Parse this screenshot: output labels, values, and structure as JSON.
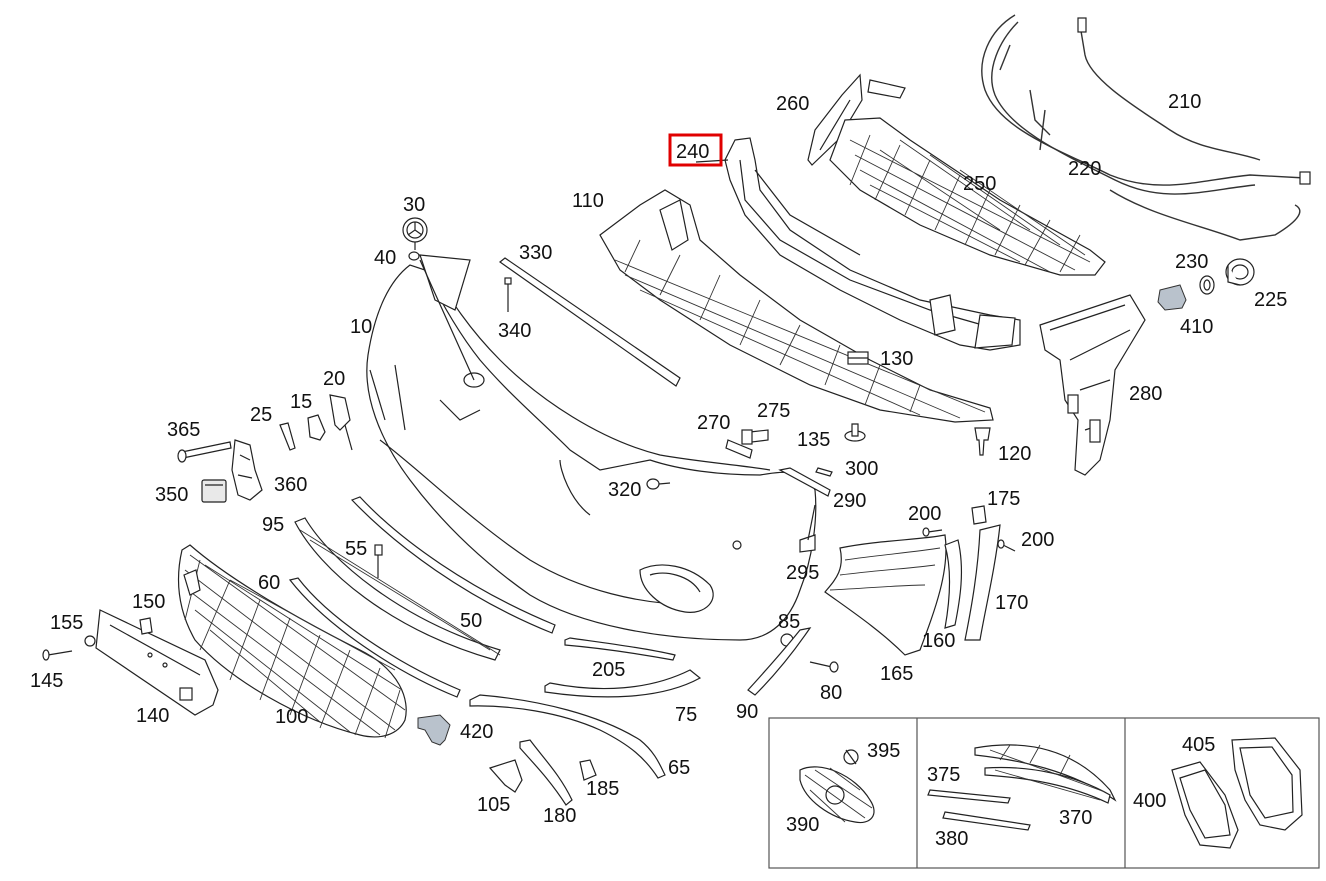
{
  "diagram": {
    "highlighted_part": "240",
    "highlight_color": "#e00000",
    "part_labels": {
      "p10": "10",
      "p15": "15",
      "p20": "20",
      "p25": "25",
      "p30": "30",
      "p40": "40",
      "p50": "50",
      "p55": "55",
      "p60": "60",
      "p65": "65",
      "p75": "75",
      "p80": "80",
      "p85": "85",
      "p90": "90",
      "p95": "95",
      "p100": "100",
      "p105": "105",
      "p110": "110",
      "p120": "120",
      "p130": "130",
      "p135": "135",
      "p140": "140",
      "p145": "145",
      "p150": "150",
      "p155": "155",
      "p160": "160",
      "p165": "165",
      "p170": "170",
      "p175": "175",
      "p180": "180",
      "p185": "185",
      "p200a": "200",
      "p200b": "200",
      "p205": "205",
      "p210": "210",
      "p220": "220",
      "p225": "225",
      "p230": "230",
      "p240": "240",
      "p250": "250",
      "p260": "260",
      "p270": "270",
      "p275": "275",
      "p280": "280",
      "p290": "290",
      "p295": "295",
      "p300": "300",
      "p320": "320",
      "p330": "330",
      "p340": "340",
      "p350": "350",
      "p360": "360",
      "p365": "365",
      "p370": "370",
      "p375": "375",
      "p380": "380",
      "p390": "390",
      "p395": "395",
      "p400": "400",
      "p405": "405",
      "p410": "410",
      "p420": "420"
    }
  }
}
